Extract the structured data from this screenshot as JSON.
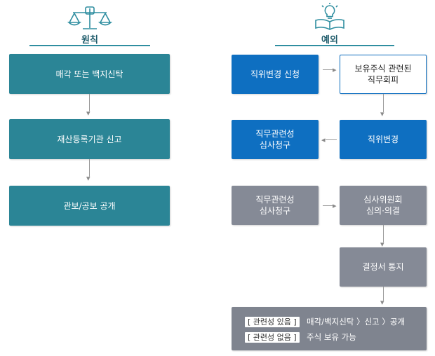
{
  "principle": {
    "heading": "원칙",
    "steps": [
      "매각 또는 백지신탁",
      "재산등록기관 신고",
      "관보/공보 공개"
    ]
  },
  "exception": {
    "heading": "예외",
    "request_position_change": "직위변경 신청",
    "avoid_duty": "보유주식 관련된\n직무회피",
    "position_change": "직위변경",
    "review_request_blue": "직무관련성\n심사청구",
    "review_request_gray": "직무관련성\n심사청구",
    "committee_decision": "심사위원회\n심의·의결",
    "notice": "결정서 통지",
    "legend": {
      "has_relevance_tag": "[ 관련성 있음 ]",
      "has_relevance_text": "매각/백지신탁 〉신고 〉공개",
      "no_relevance_tag": "[ 관련성 없음 ]",
      "no_relevance_text": "주식 보유 가능"
    }
  }
}
